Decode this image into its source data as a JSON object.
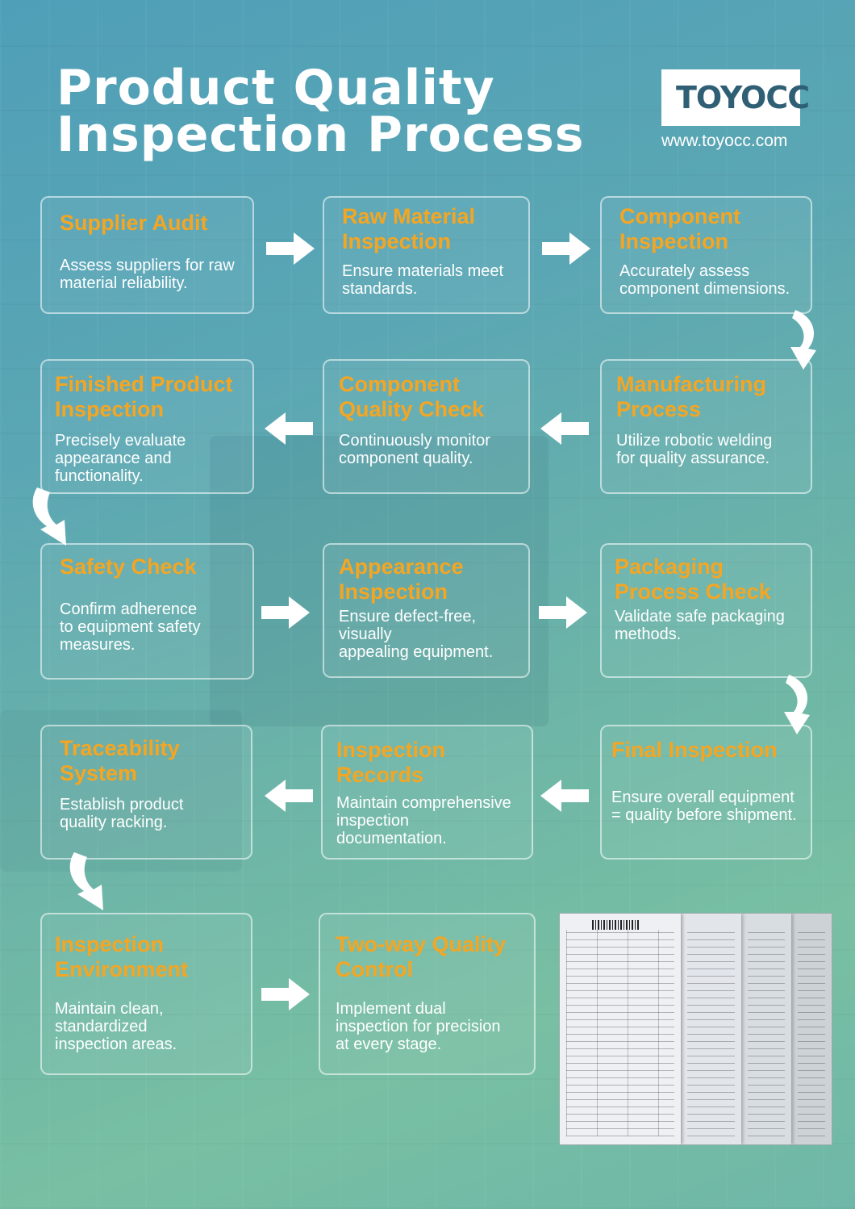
{
  "title": {
    "line1": "Product Quality",
    "line2": "Inspection Process"
  },
  "brand": {
    "logo_text": "TOYOCC",
    "url": "www.toyocc.com"
  },
  "colors": {
    "accent": "#f4a623",
    "text": "#ffffff",
    "border": "rgba(255,255,255,0.55)"
  },
  "steps": [
    {
      "title": "Supplier Audit",
      "desc": "Assess suppliers for raw\nmaterial reliability."
    },
    {
      "title": "Raw Material\nInspection",
      "desc": "Ensure materials meet\nstandards."
    },
    {
      "title": "Component\nInspection",
      "desc": "Accurately assess\ncomponent dimensions."
    },
    {
      "title": "Manufacturing\nProcess",
      "desc": "Utilize robotic welding\nfor quality assurance."
    },
    {
      "title": "Component\nQuality Check",
      "desc": "Continuously monitor\ncomponent quality."
    },
    {
      "title": "Finished Product\nInspection",
      "desc": "Precisely evaluate\nappearance and\nfunctionality."
    },
    {
      "title": "Safety Check",
      "desc": "Confirm adherence\nto equipment safety\nmeasures."
    },
    {
      "title": "Appearance\nInspection",
      "desc": "Ensure defect-free,\nvisually\nappealing equipment."
    },
    {
      "title": "Packaging\nProcess Check",
      "desc": "Validate safe packaging\nmethods."
    },
    {
      "title": "Final Inspection",
      "desc": "Ensure overall equipment\n= quality before shipment."
    },
    {
      "title": "Inspection\nRecords",
      "desc": "Maintain comprehensive\ninspection\ndocumentation."
    },
    {
      "title": "Traceability\nSystem",
      "desc": "Establish product\nquality racking."
    },
    {
      "title": "Inspection\nEnvironment",
      "desc": "Maintain clean,\nstandardized\ninspection areas."
    },
    {
      "title": "Two-way Quality\nControl",
      "desc": "Implement dual\ninspection for precision\nat every stage."
    }
  ],
  "icons": {
    "arrow_right": "arrow-right-icon",
    "arrow_left": "arrow-left-icon",
    "curve_down": "curved-arrow-down-icon"
  }
}
